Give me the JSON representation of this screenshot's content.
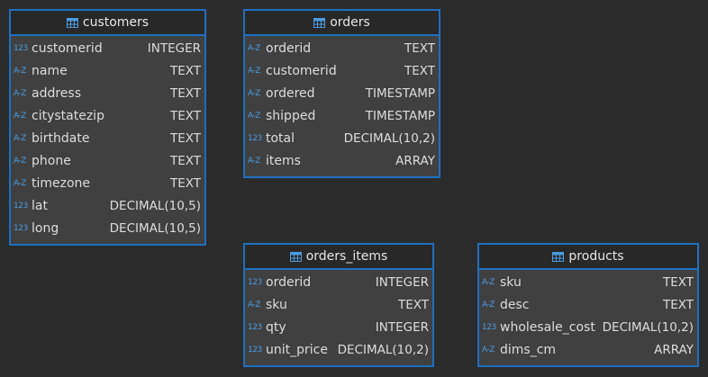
{
  "tables": [
    {
      "name": "customers",
      "columns": [
        {
          "name": "customerid",
          "type": "INTEGER",
          "icon": "123"
        },
        {
          "name": "name",
          "type": "TEXT",
          "icon": "A-Z"
        },
        {
          "name": "address",
          "type": "TEXT",
          "icon": "A-Z"
        },
        {
          "name": "citystatezip",
          "type": "TEXT",
          "icon": "A-Z"
        },
        {
          "name": "birthdate",
          "type": "TEXT",
          "icon": "A-Z"
        },
        {
          "name": "phone",
          "type": "TEXT",
          "icon": "A-Z"
        },
        {
          "name": "timezone",
          "type": "TEXT",
          "icon": "A-Z"
        },
        {
          "name": "lat",
          "type": "DECIMAL(10,5)",
          "icon": "123"
        },
        {
          "name": "long",
          "type": "DECIMAL(10,5)",
          "icon": "123"
        }
      ]
    },
    {
      "name": "orders",
      "columns": [
        {
          "name": "orderid",
          "type": "TEXT",
          "icon": "A-Z"
        },
        {
          "name": "customerid",
          "type": "TEXT",
          "icon": "A-Z"
        },
        {
          "name": "ordered",
          "type": "TIMESTAMP",
          "icon": "A-Z"
        },
        {
          "name": "shipped",
          "type": "TIMESTAMP",
          "icon": "A-Z"
        },
        {
          "name": "total",
          "type": "DECIMAL(10,2)",
          "icon": "123"
        },
        {
          "name": "items",
          "type": "ARRAY",
          "icon": "A-Z"
        }
      ]
    },
    {
      "name": "orders_items",
      "columns": [
        {
          "name": "orderid",
          "type": "INTEGER",
          "icon": "123"
        },
        {
          "name": "sku",
          "type": "TEXT",
          "icon": "A-Z"
        },
        {
          "name": "qty",
          "type": "INTEGER",
          "icon": "123"
        },
        {
          "name": "unit_price",
          "type": "DECIMAL(10,2)",
          "icon": "123"
        }
      ]
    },
    {
      "name": "products",
      "columns": [
        {
          "name": "sku",
          "type": "TEXT",
          "icon": "A-Z"
        },
        {
          "name": "desc",
          "type": "TEXT",
          "icon": "A-Z"
        },
        {
          "name": "wholesale_cost",
          "type": "DECIMAL(10,2)",
          "icon": "123"
        },
        {
          "name": "dims_cm",
          "type": "ARRAY",
          "icon": "A-Z"
        }
      ]
    }
  ],
  "colors": {
    "background": "#2b2b2b",
    "border": "#1f6fc0",
    "icon": "#4a9be0",
    "text": "#dcdcdc"
  }
}
